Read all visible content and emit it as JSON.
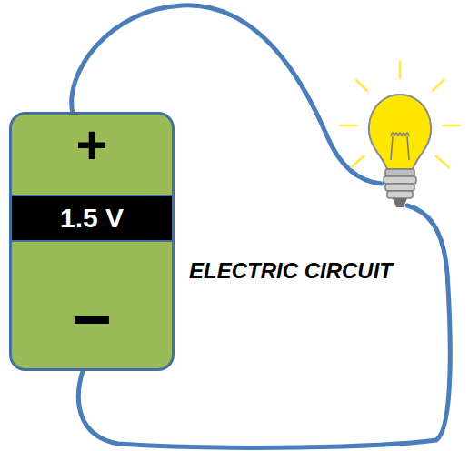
{
  "diagram": {
    "nodes": [
      {
        "text": [
          "+",
          "1.5 V",
          "−"
        ]
      }
    ],
    "labels": [
      "ELECTRIC CIRCUIT"
    ]
  }
}
